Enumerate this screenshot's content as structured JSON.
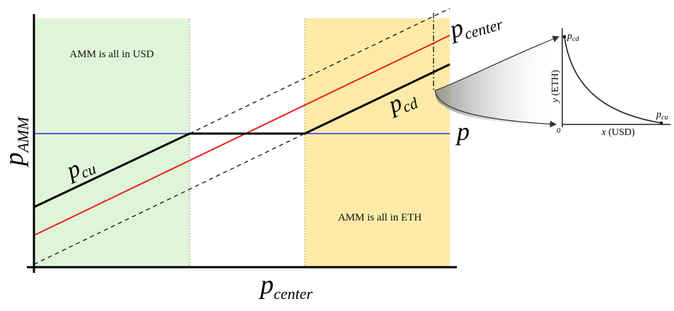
{
  "regions": {
    "usd_label": "AMM is all in USD",
    "eth_label": "AMM is all in ETH"
  },
  "main_plot": {
    "ylabel_main": "p",
    "ylabel_sub": "AMM",
    "xlabel_main": "p",
    "xlabel_sub": "center",
    "line_pcenter_main": "p",
    "line_pcenter_sub": "center",
    "line_pcd_main": "p",
    "line_pcd_sub": "cd",
    "line_pcu_main": "p",
    "line_pcu_sub": "cu",
    "line_p": "p"
  },
  "inset": {
    "pcd_main": "p",
    "pcd_sub": "cd",
    "pcu_main": "p",
    "pcu_sub": "cu",
    "ylabel_var": "y",
    "ylabel_unit": " (ETH)",
    "xlabel_var": "x",
    "xlabel_unit": " (USD)",
    "origin": "0"
  },
  "colors": {
    "usd_region": "#dff5d8",
    "eth_region": "#fdeaa8",
    "p_line": "#5a5ae6",
    "p_center_line": "#e8231d",
    "amm_line": "#000000"
  }
}
